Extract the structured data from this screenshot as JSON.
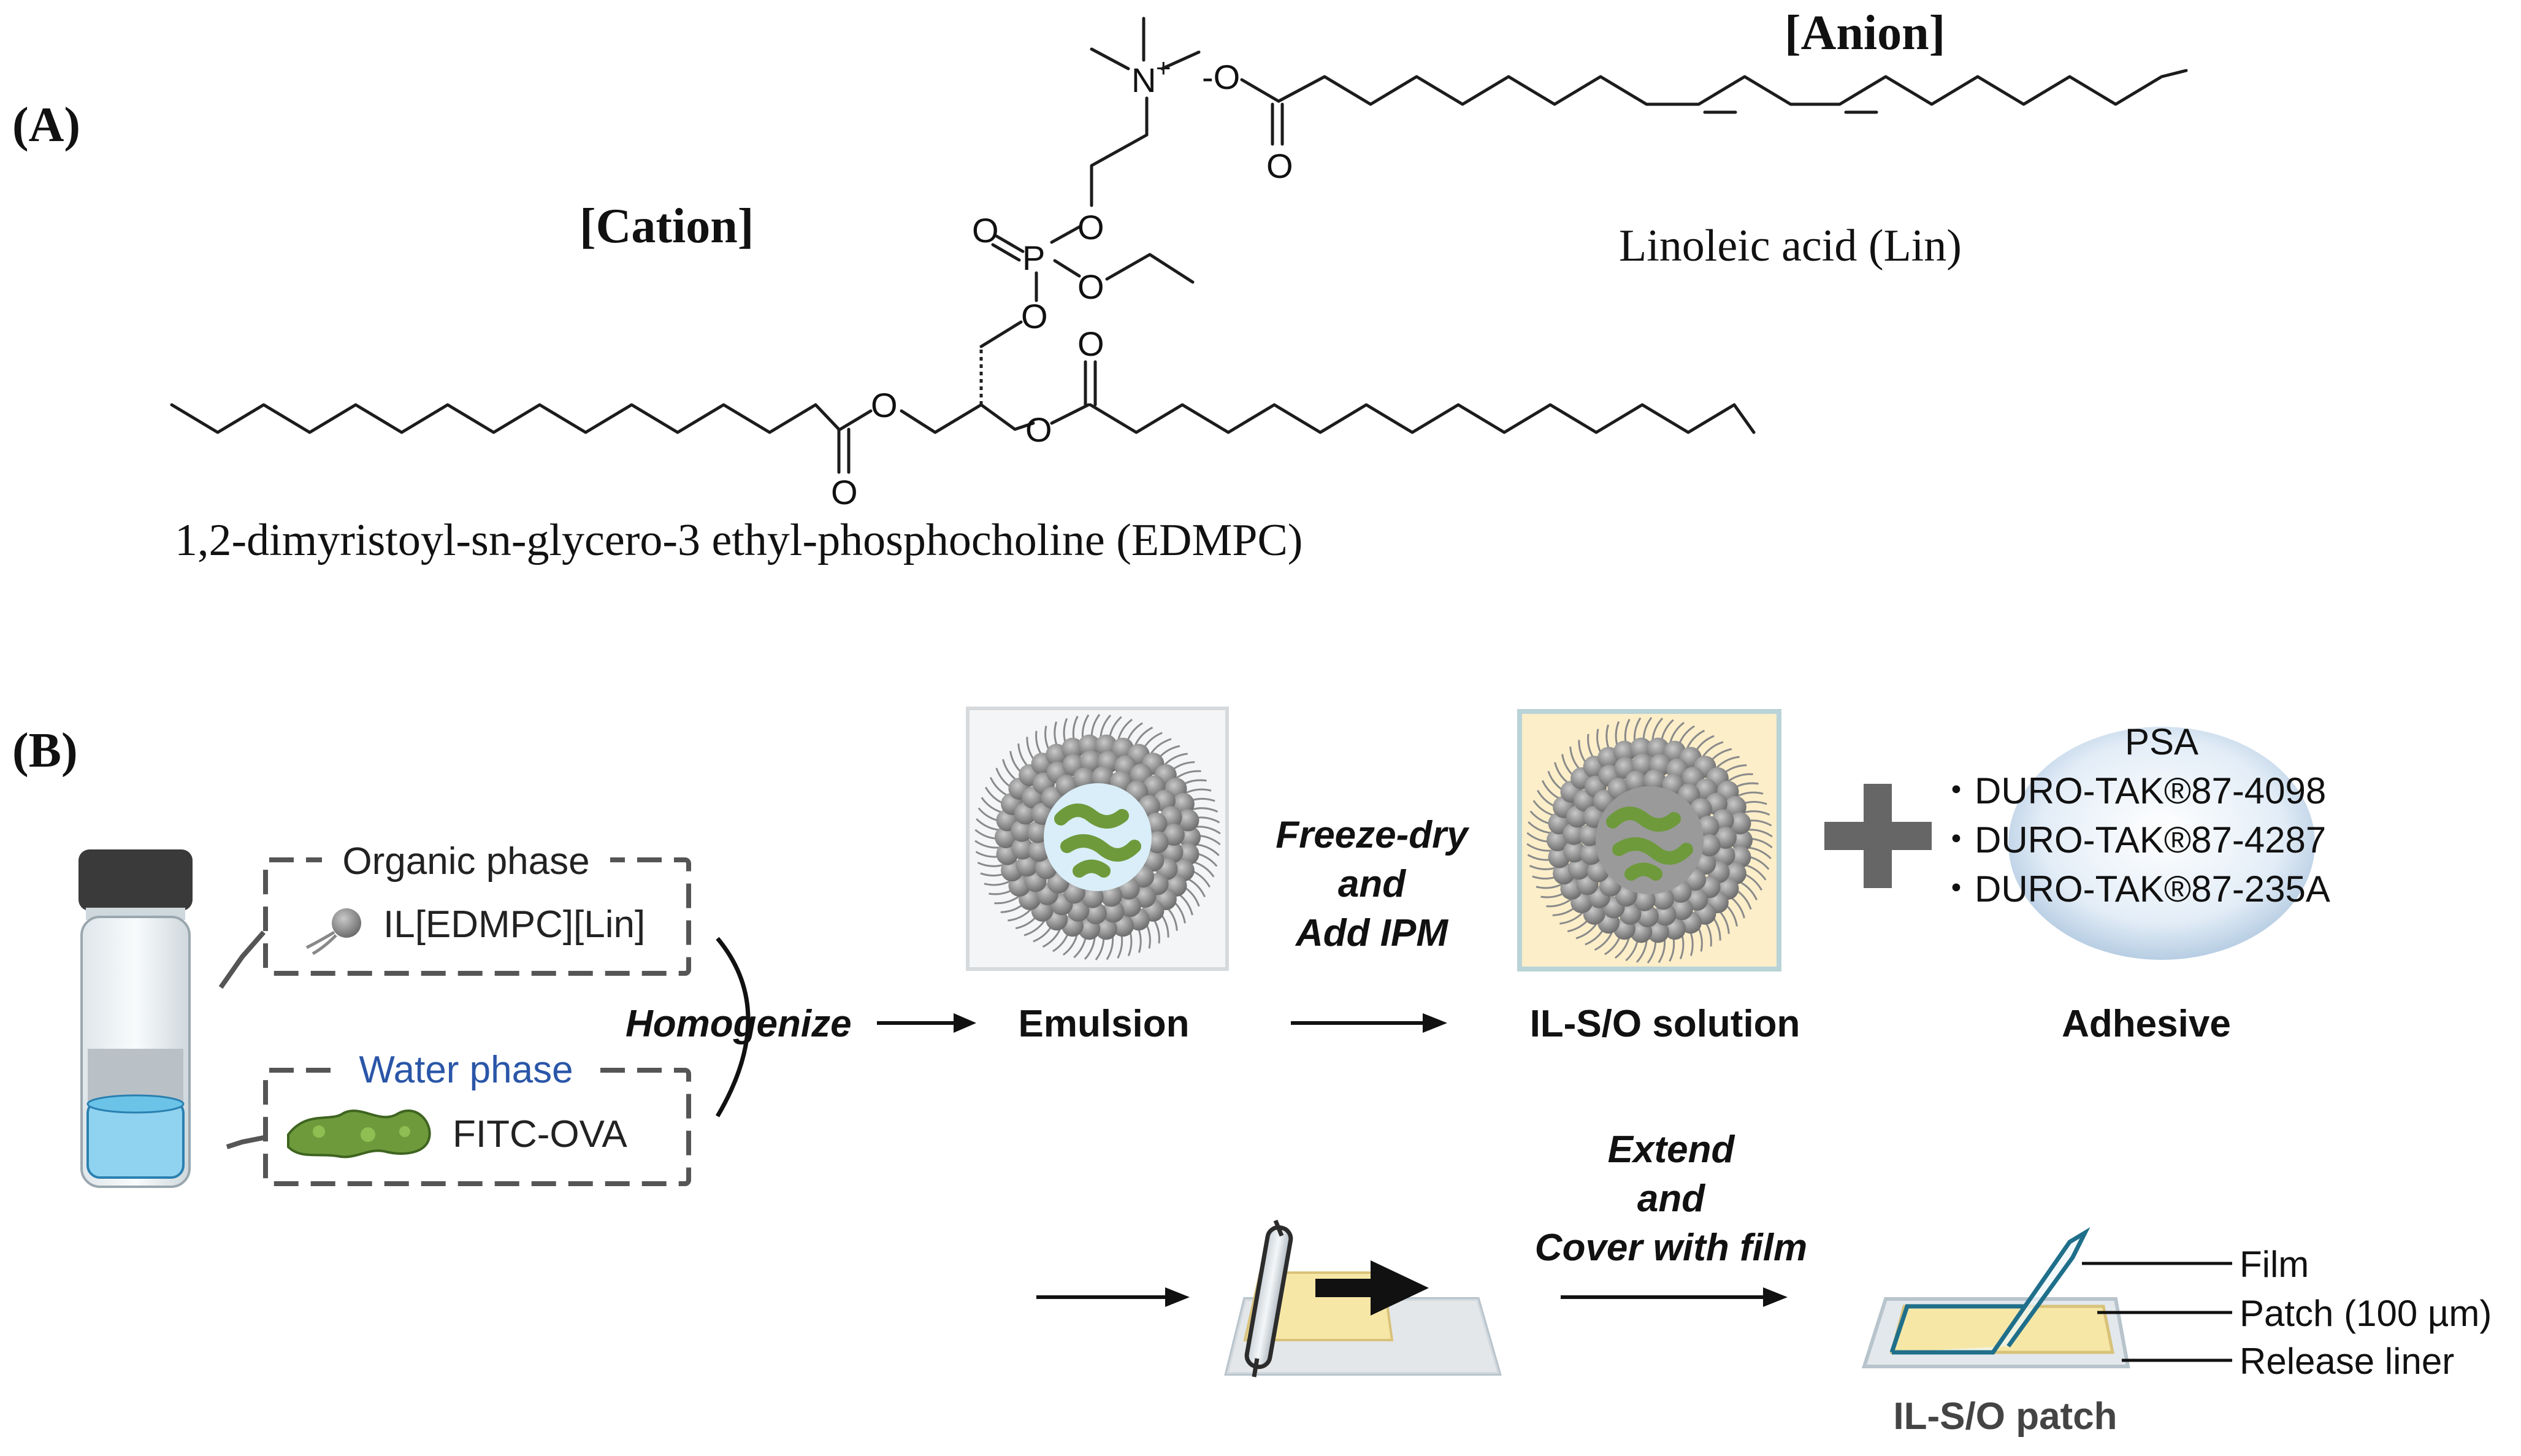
{
  "panel_a": {
    "label": "(A)",
    "cation_label": "[Cation]",
    "anion_label": "[Anion]",
    "edmpc_name": "1,2-dimyristoyl-sn-glycero-3 ethyl-phosphocholine (EDMPC)",
    "linoleic_name": "Linoleic acid (Lin)",
    "atoms": {
      "nitrogen": "N",
      "plus": "+",
      "phosphorus": "P",
      "oxygen": "O",
      "carboxylate": "-O"
    }
  },
  "panel_b": {
    "label": "(B)",
    "organic_phase": "Organic phase",
    "organic_component": "IL[EDMPC][Lin]",
    "water_phase": "Water phase",
    "water_component": "FITC-OVA",
    "homogenize": "Homogenize",
    "emulsion": "Emulsion",
    "freeze_dry_lines": [
      "Freeze-dry",
      "and",
      "Add IPM"
    ],
    "ilso_solution": "IL-S/O solution",
    "psa_title": "PSA",
    "psa_items": [
      "・DURO-TAK®87-4098",
      "・DURO-TAK®87-4287",
      "・DURO-TAK®87-235A"
    ],
    "adhesive": "Adhesive",
    "extend_lines": [
      "Extend",
      "and",
      "Cover with film"
    ],
    "film": "Film",
    "patch": "Patch (100 µm)",
    "release_liner": "Release liner",
    "ilso_patch": "IL-S/O patch"
  },
  "colors": {
    "water_phase_text": "#2a56a8",
    "liquid_blue": "#8fd3f0",
    "protein_green": "#6e9a3c",
    "solution_bg": "#fbeec9",
    "patch_yellow": "#f6e7a6",
    "film_teal": "#1f6f8b"
  }
}
